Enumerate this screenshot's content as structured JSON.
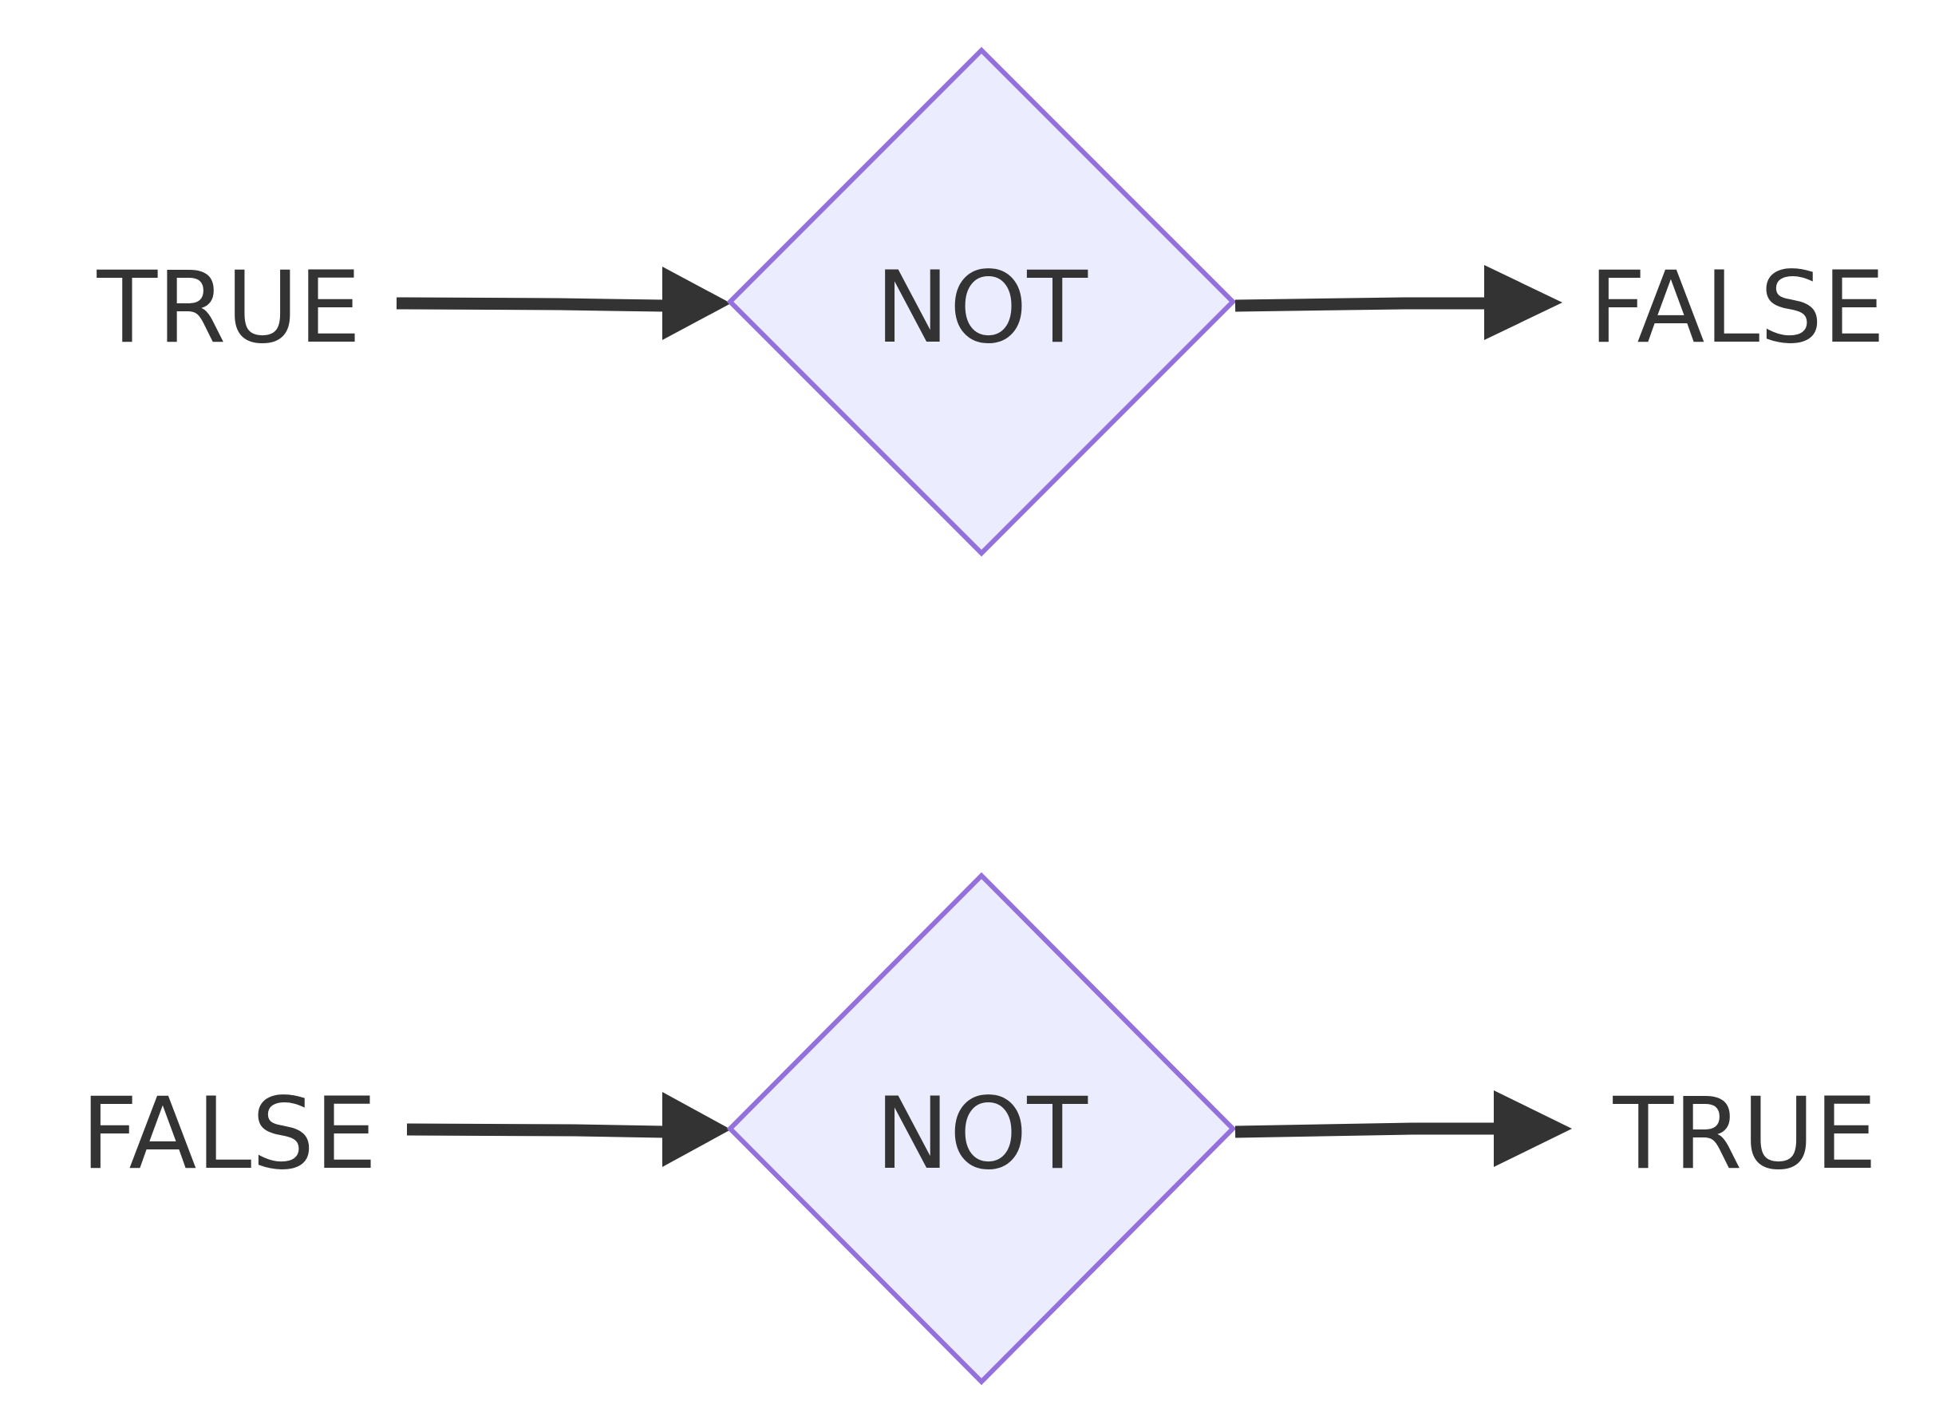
{
  "diagram": {
    "rows": [
      {
        "input": "TRUE",
        "gate": "NOT",
        "output": "FALSE"
      },
      {
        "input": "FALSE",
        "gate": "NOT",
        "output": "TRUE"
      }
    ]
  },
  "colors": {
    "node_fill": "#ececff",
    "node_border": "#9370db",
    "edge": "#333333",
    "text": "#333333"
  }
}
